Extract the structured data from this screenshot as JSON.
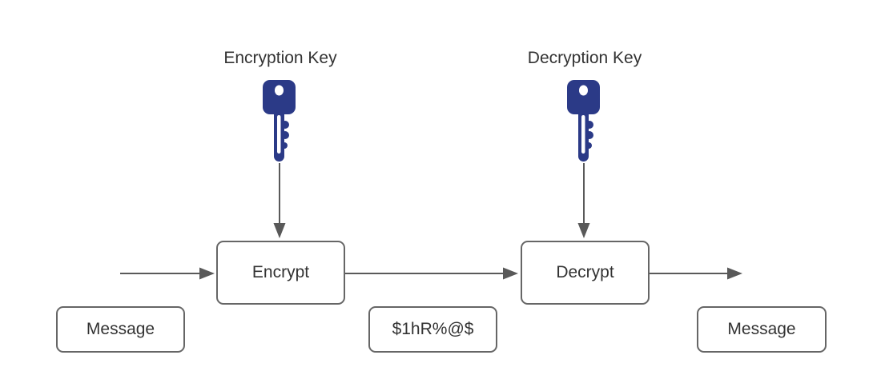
{
  "colors": {
    "key_fill": "#2b3a87",
    "arrow_stroke": "#595959",
    "box_border": "#666666",
    "text": "#333333",
    "canvas_bg": "#ffffff"
  },
  "labels": {
    "encryption_key": "Encryption Key",
    "decryption_key": "Decryption Key"
  },
  "nodes": {
    "encrypt": "Encrypt",
    "decrypt": "Decrypt",
    "message_input": "Message",
    "ciphertext": "$1hR%@$",
    "message_output": "Message"
  },
  "icons": {
    "encryption_key": "key-icon",
    "decryption_key": "key-icon"
  }
}
